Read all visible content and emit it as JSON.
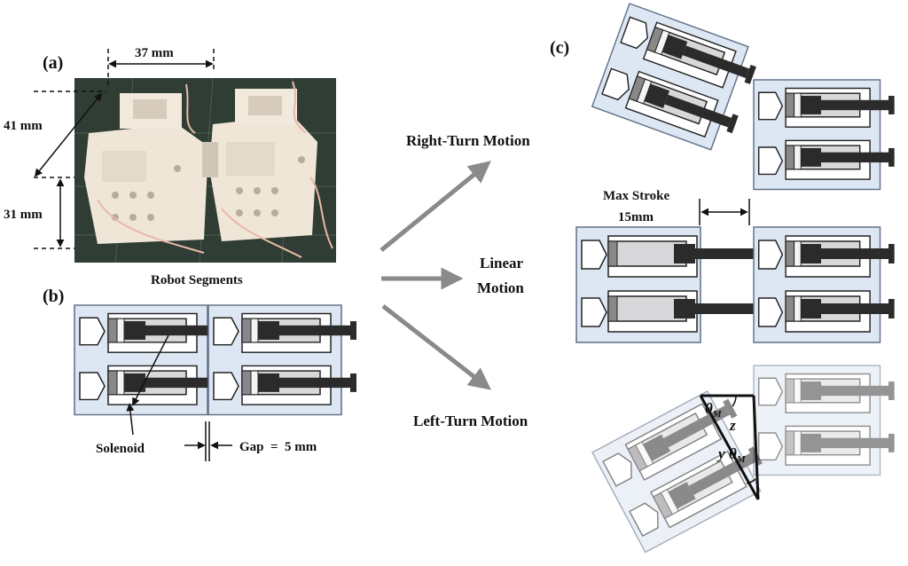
{
  "panel_labels": {
    "a": "(a)",
    "b": "(b)",
    "c": "(c)"
  },
  "dimensions": {
    "width": "37 mm",
    "depth": "41 mm",
    "height": "31 mm"
  },
  "captions": {
    "robot_segments": "Robot Segments",
    "solenoid": "Solenoid",
    "gap": "Gap  =  5 mm"
  },
  "motions": {
    "right_turn": "Right-Turn Motion",
    "linear_line1": "Linear",
    "linear_line2": "Motion",
    "left_turn": "Left-Turn Motion"
  },
  "stroke": {
    "line1": "Max Stroke",
    "line2": "15mm"
  },
  "symbols": {
    "theta": "θ",
    "theta_sub": "M",
    "z": "z",
    "y": "y"
  },
  "colors": {
    "module_fill": "#dde7f3",
    "module_stroke": "#5f6f86",
    "plunger": "#2b2b2b",
    "arrow": "#8a8a8a",
    "ghost": "#a8a8a8"
  }
}
